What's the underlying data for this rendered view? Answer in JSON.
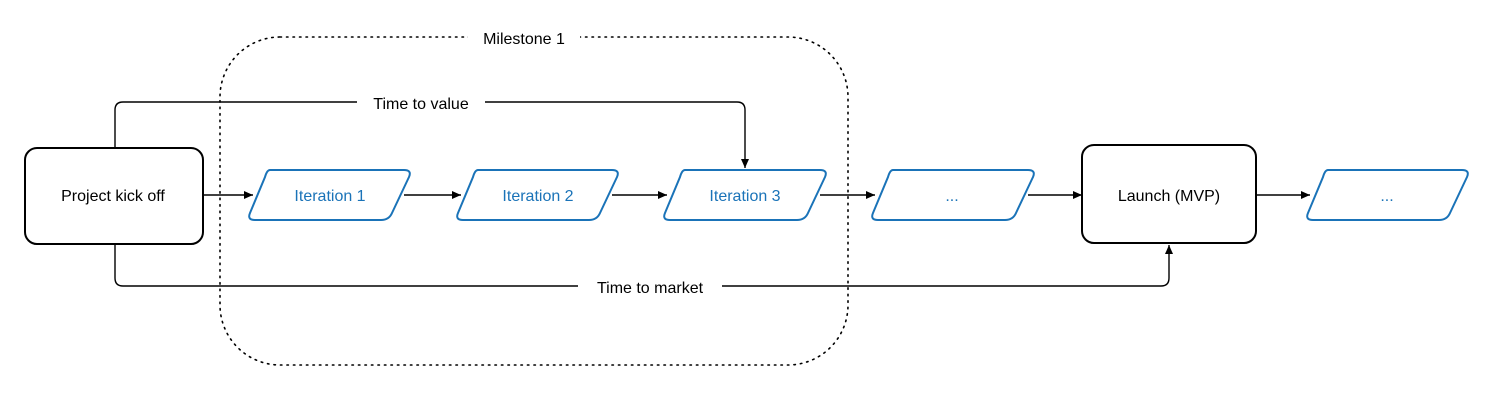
{
  "colors": {
    "iteration_stroke": "#1a73b8",
    "iteration_text": "#1a73b8",
    "line": "#000000",
    "background": "#ffffff"
  },
  "milestone": {
    "label": "Milestone 1"
  },
  "nodes": {
    "kickoff": {
      "label": "Project kick off"
    },
    "iteration1": {
      "label": "Iteration 1"
    },
    "iteration2": {
      "label": "Iteration 2"
    },
    "iteration3": {
      "label": "Iteration 3"
    },
    "ellipsis1": {
      "label": "..."
    },
    "launch": {
      "label": "Launch (MVP)"
    },
    "ellipsis2": {
      "label": "..."
    }
  },
  "edges": {
    "time_to_value": {
      "label": "Time to value"
    },
    "time_to_market": {
      "label": "Time to market"
    }
  }
}
